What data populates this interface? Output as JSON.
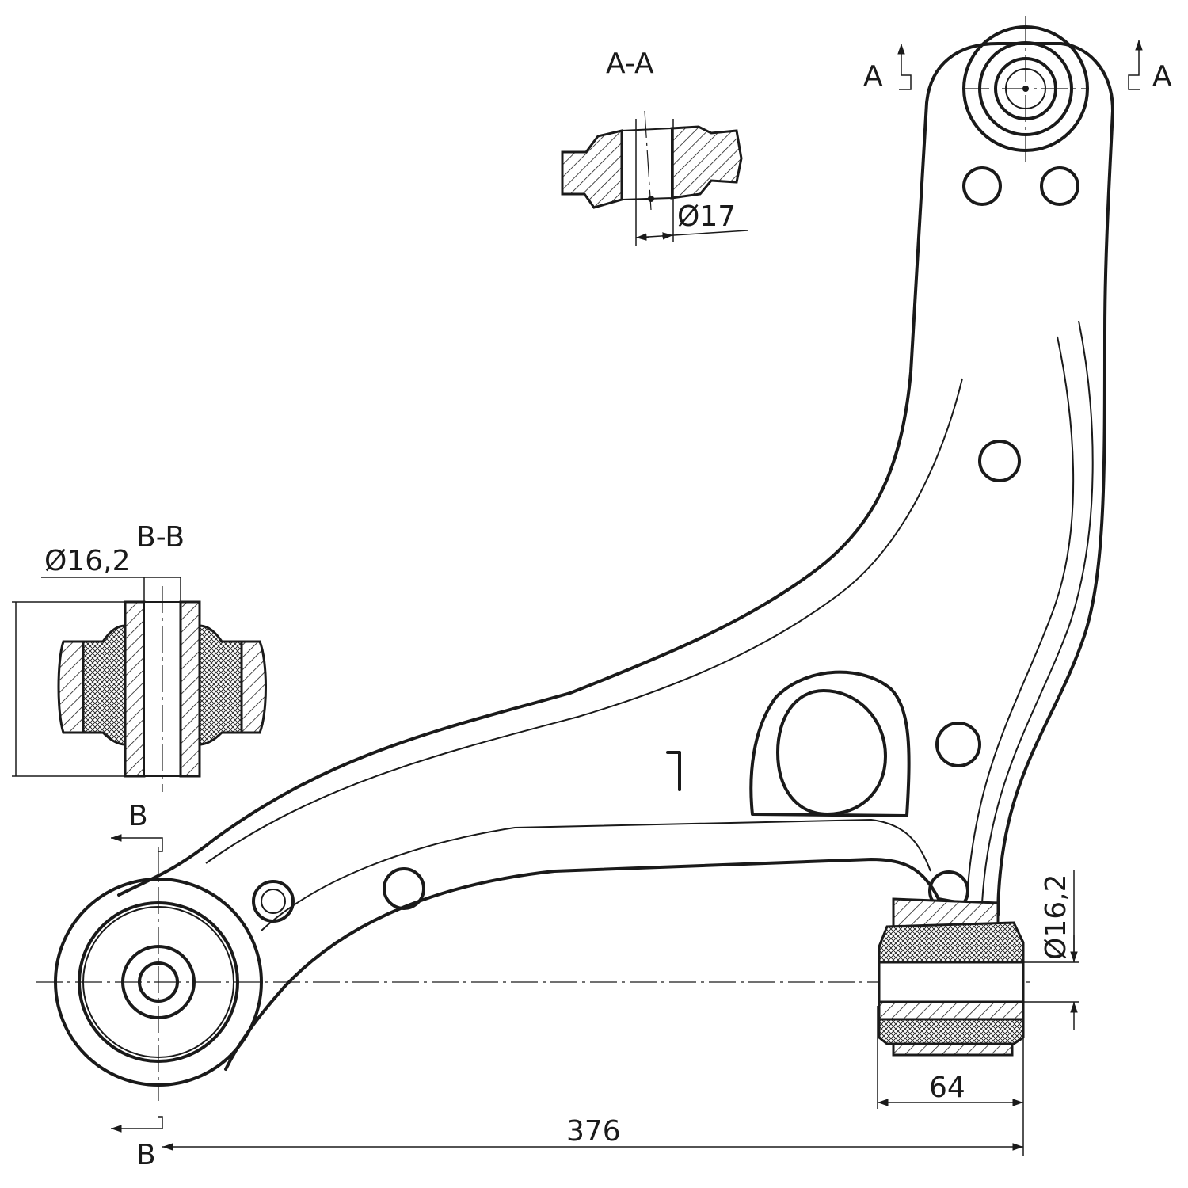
{
  "drawing": {
    "section_a_title": "A-A",
    "section_b_title": "B-B",
    "section_a_marker": "A",
    "section_b_marker": "B",
    "dim_hole_a": "Ø17",
    "dim_hole_b": "Ø16,2",
    "dim_bush_diameter": "Ø16,2",
    "dim_bush_width": "64",
    "dim_overall_length": "376"
  }
}
